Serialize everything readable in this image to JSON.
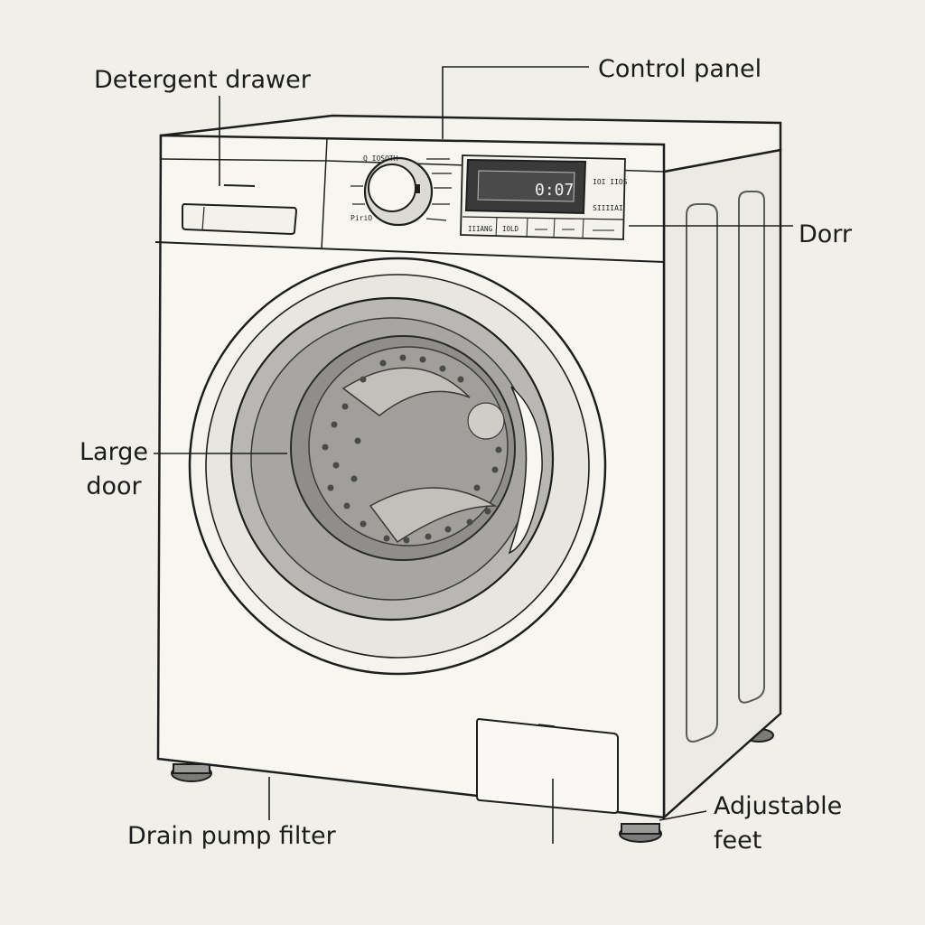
{
  "labels": {
    "detergent_drawer": "Detergent drawer",
    "control_panel": "Control panel",
    "door_right": "Dorr",
    "large_door_line1": "Large",
    "large_door_line2": "door",
    "drain_pump_filter": "Drain pump filter",
    "adjustable_feet_line1": "Adjustable",
    "adjustable_feet_line2": "feet"
  },
  "display": {
    "time": "0:07"
  },
  "panel_text": {
    "dial_top": "Q IOSOTH",
    "dial_left": "PiriO",
    "right_top": "IOI IIOS",
    "right_bottom": "SIIIIAI",
    "button_1": "IIIANG",
    "button_2": "IOLD"
  },
  "colors": {
    "background": "#f1efea",
    "outline": "#1e1e1e",
    "body": "#f7f6f1",
    "drum_grey": "#9a9a98"
  }
}
